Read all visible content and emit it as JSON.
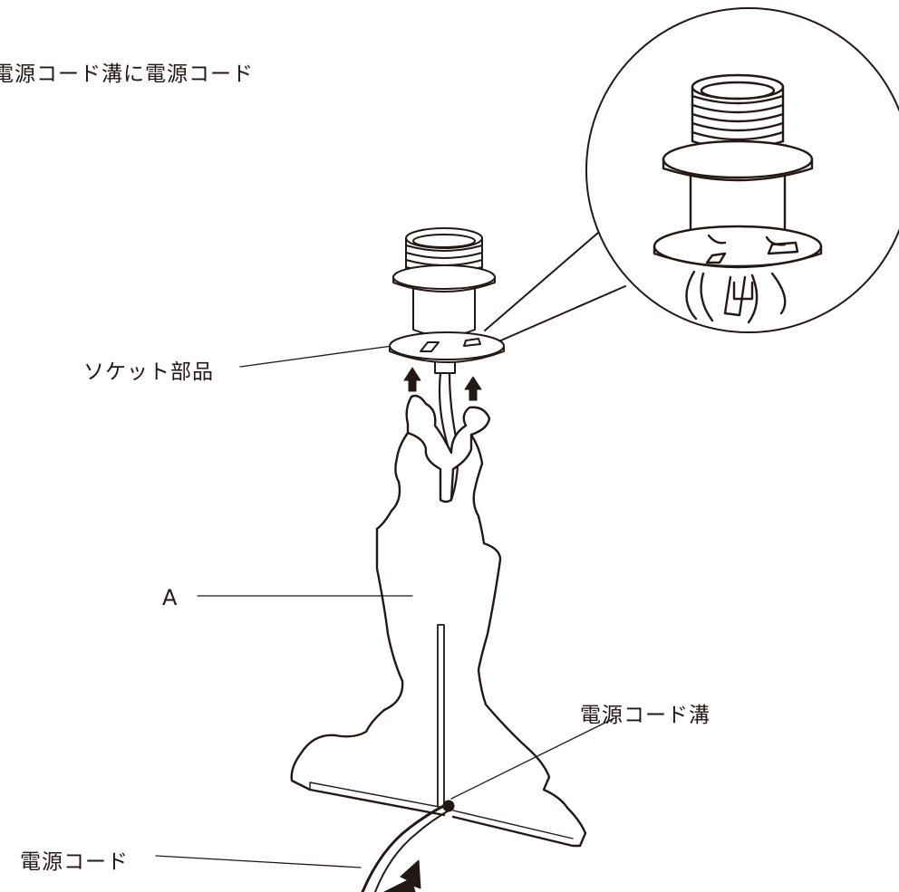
{
  "instructions": {
    "line1": "電源コード溝に電源コード",
    "line2": "。"
  },
  "labels": {
    "socket_part": "ソケット部品",
    "part_a": "A",
    "cord_groove": "電源コード溝",
    "power_cord": "電源コード"
  },
  "colors": {
    "line": "#231815",
    "background": "#ffffff"
  }
}
